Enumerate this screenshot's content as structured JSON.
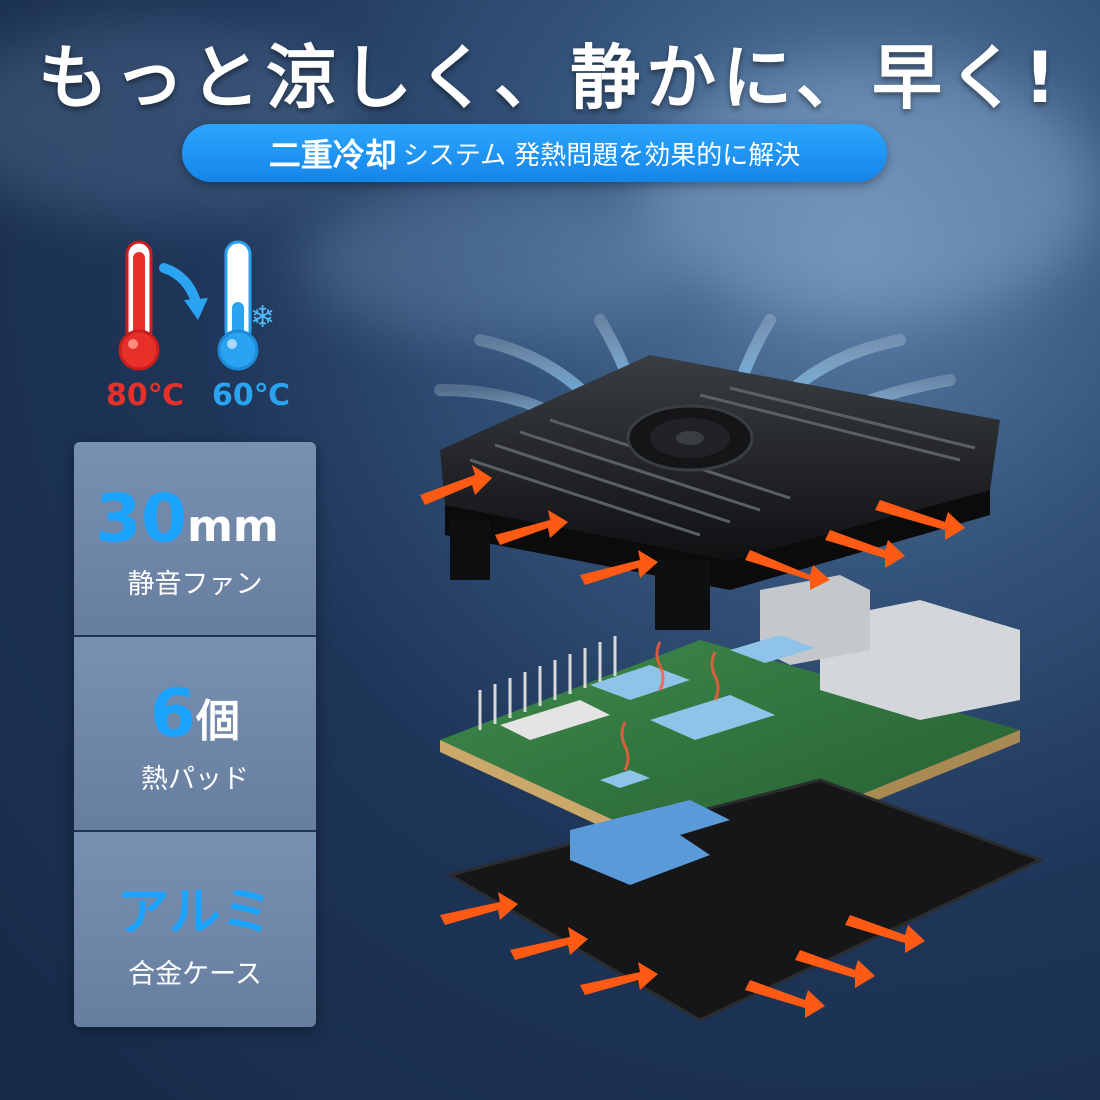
{
  "headline": "もっと涼しく、静かに、早く!",
  "subtitle": {
    "emphasis": "二重冷却",
    "text": "システム 発熱問題を効果的に解決"
  },
  "temperatures": {
    "hot": "80℃",
    "cold": "60℃",
    "hot_color": "#e8302a",
    "cold_color": "#2aa3f0"
  },
  "features": [
    {
      "number": "30",
      "unit": "mm",
      "caption": "静音ファン"
    },
    {
      "number": "6",
      "unit": "個",
      "caption": "熱パッド"
    },
    {
      "number": "アルミ",
      "unit": "",
      "caption": "合金ケース"
    }
  ],
  "colors": {
    "accent_blue": "#1aa3ff",
    "arrow_orange": "#ff5a14",
    "banner_blue": "#1a8df0"
  },
  "icons": [
    "thermometer-hot-icon",
    "thermometer-cold-icon",
    "snowflake-icon",
    "cooling-arrow-icon"
  ]
}
